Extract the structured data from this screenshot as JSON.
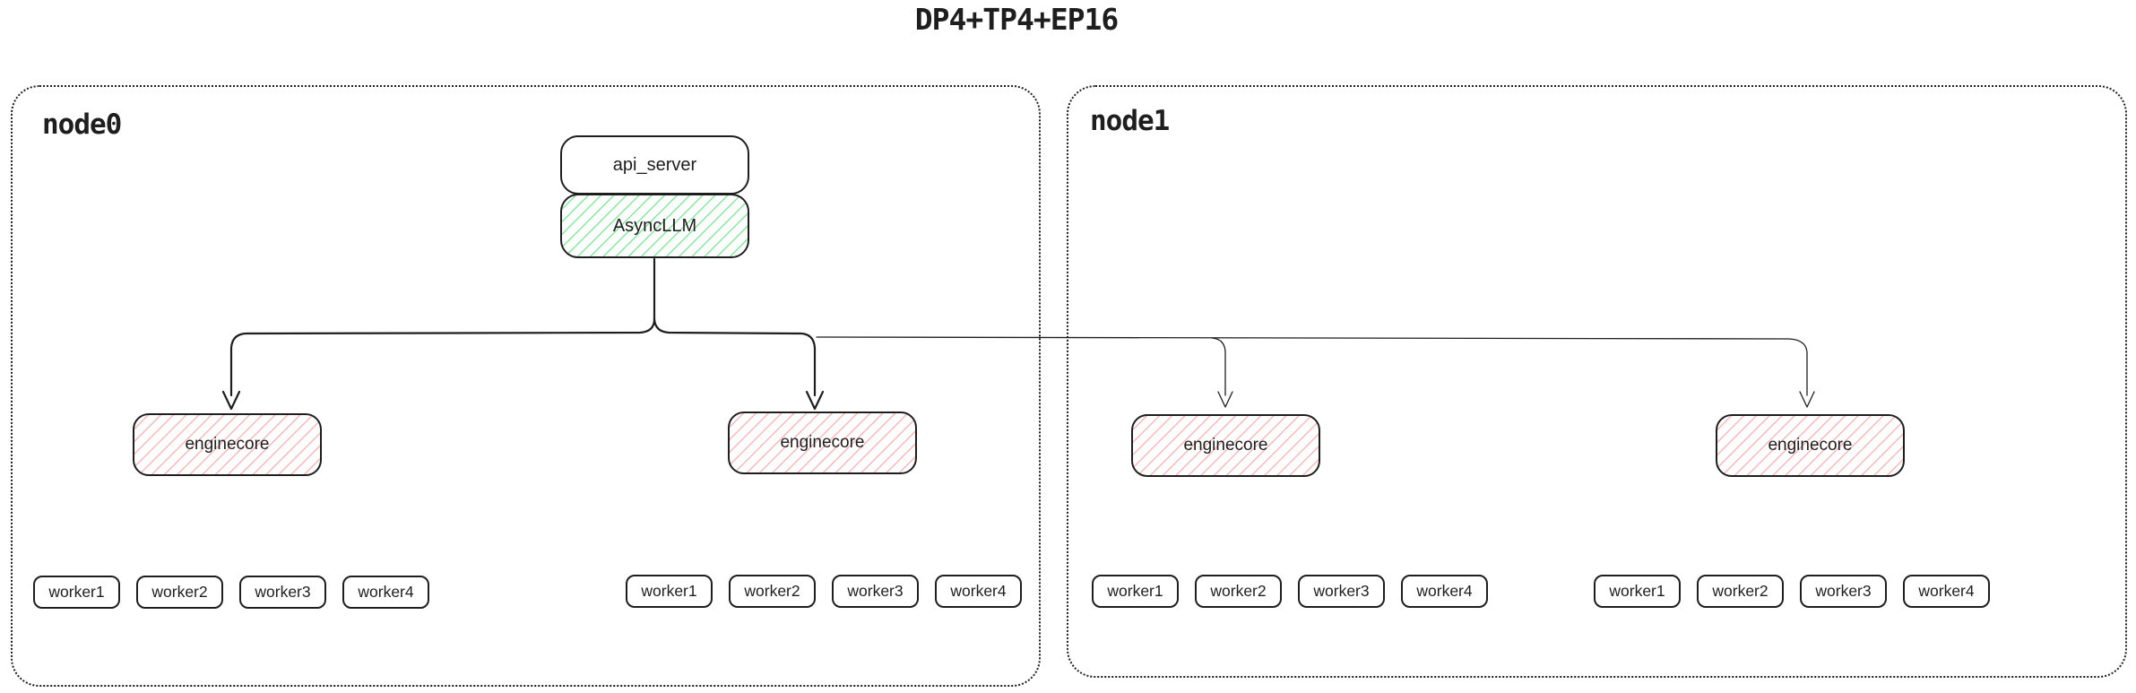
{
  "title": "DP4+TP4+EP16",
  "node0": {
    "label": "node0"
  },
  "node1": {
    "label": "node1"
  },
  "labels": {
    "api_server": "api_server",
    "async_llm": "AsyncLLM",
    "enginecore": "enginecore"
  },
  "workers": [
    "worker1",
    "worker2",
    "worker3",
    "worker4"
  ],
  "colors": {
    "ink": "#1e1e1e",
    "green_hatch": "#85e89d",
    "red_hatch": "#f9b8b8"
  }
}
